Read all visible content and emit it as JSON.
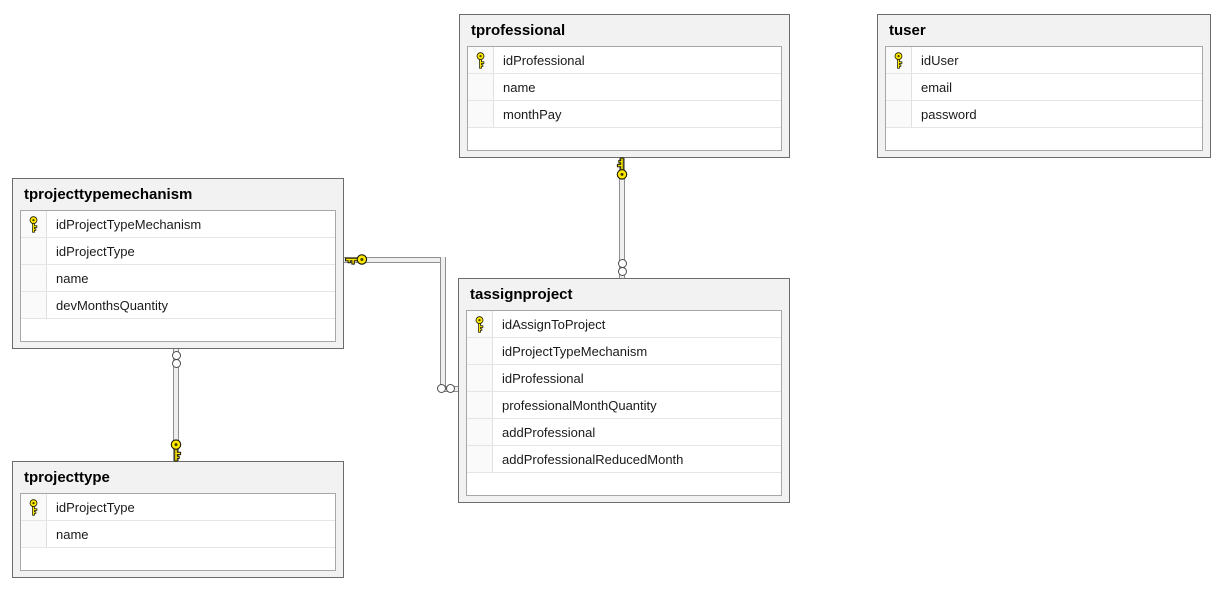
{
  "diagram": {
    "tables": [
      {
        "name": "tprofessional",
        "columns": [
          {
            "name": "idProfessional",
            "pk": true
          },
          {
            "name": "name",
            "pk": false
          },
          {
            "name": "monthPay",
            "pk": false
          }
        ]
      },
      {
        "name": "tuser",
        "columns": [
          {
            "name": "idUser",
            "pk": true
          },
          {
            "name": "email",
            "pk": false
          },
          {
            "name": "password",
            "pk": false
          }
        ]
      },
      {
        "name": "tprojecttypemechanism",
        "columns": [
          {
            "name": "idProjectTypeMechanism",
            "pk": true
          },
          {
            "name": "idProjectType",
            "pk": false
          },
          {
            "name": "name",
            "pk": false
          },
          {
            "name": "devMonthsQuantity",
            "pk": false
          }
        ]
      },
      {
        "name": "tassignproject",
        "columns": [
          {
            "name": "idAssignToProject",
            "pk": true
          },
          {
            "name": "idProjectTypeMechanism",
            "pk": false
          },
          {
            "name": "idProfessional",
            "pk": false
          },
          {
            "name": "professionalMonthQuantity",
            "pk": false
          },
          {
            "name": "addProfessional",
            "pk": false
          },
          {
            "name": "addProfessionalReducedMonth",
            "pk": false
          }
        ]
      },
      {
        "name": "tprojecttype",
        "columns": [
          {
            "name": "idProjectType",
            "pk": true
          },
          {
            "name": "name",
            "pk": false
          }
        ]
      }
    ],
    "relationships": [
      {
        "one_side": "tprofessional",
        "many_side": "tassignproject",
        "one_symbol": "key",
        "many_symbol": "infinity"
      },
      {
        "one_side": "tprojecttypemechanism",
        "many_side": "tassignproject",
        "one_symbol": "key",
        "many_symbol": "infinity"
      },
      {
        "one_side": "tprojecttype",
        "many_side": "tprojecttypemechanism",
        "one_symbol": "key",
        "many_symbol": "infinity"
      }
    ],
    "icons": {
      "primary_key": "key-icon",
      "many_end": "infinity-icon"
    },
    "colors": {
      "key_yellow": "#ffe800",
      "key_outline": "#1a1a00",
      "table_background": "#f2f2f2",
      "table_border": "#6b6b6b",
      "grid_border": "#a7a7a7",
      "row_separator": "#e5e5e5",
      "connector_gray": "#8f8f8f",
      "text": "#1a1a1a"
    }
  }
}
